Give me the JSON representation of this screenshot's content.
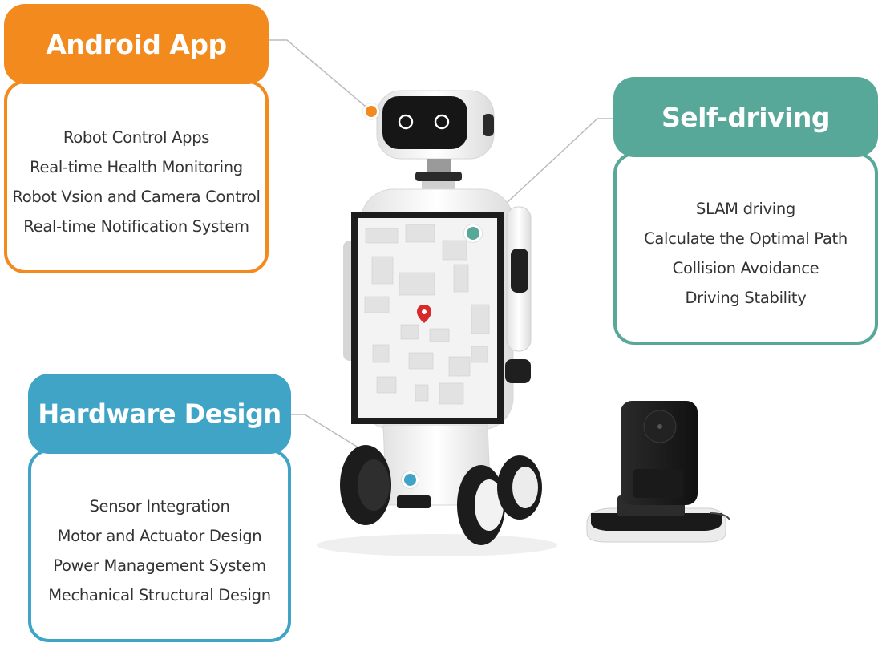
{
  "callouts": {
    "android": {
      "title": "Android App",
      "items": [
        "Robot Control Apps",
        "Real-time Health Monitoring",
        "Robot Vsion and Camera Control",
        "Real-time Notification System"
      ],
      "color": "#f28a1e"
    },
    "selfdriving": {
      "title": "Self-driving",
      "items": [
        "SLAM driving",
        "Calculate the Optimal Path",
        "Collision Avoidance",
        "Driving Stability"
      ],
      "color": "#57a898"
    },
    "hardware": {
      "title": "Hardware Design",
      "items": [
        "Sensor Integration",
        "Motor and Actuator Design",
        "Power Management System",
        "Mechanical Structural Design"
      ],
      "color": "#3fa4c6"
    }
  },
  "robot": {
    "body_color": "#f4f4f4",
    "frame_color": "#1c1c1c",
    "map_icon": "map-pin-icon"
  }
}
